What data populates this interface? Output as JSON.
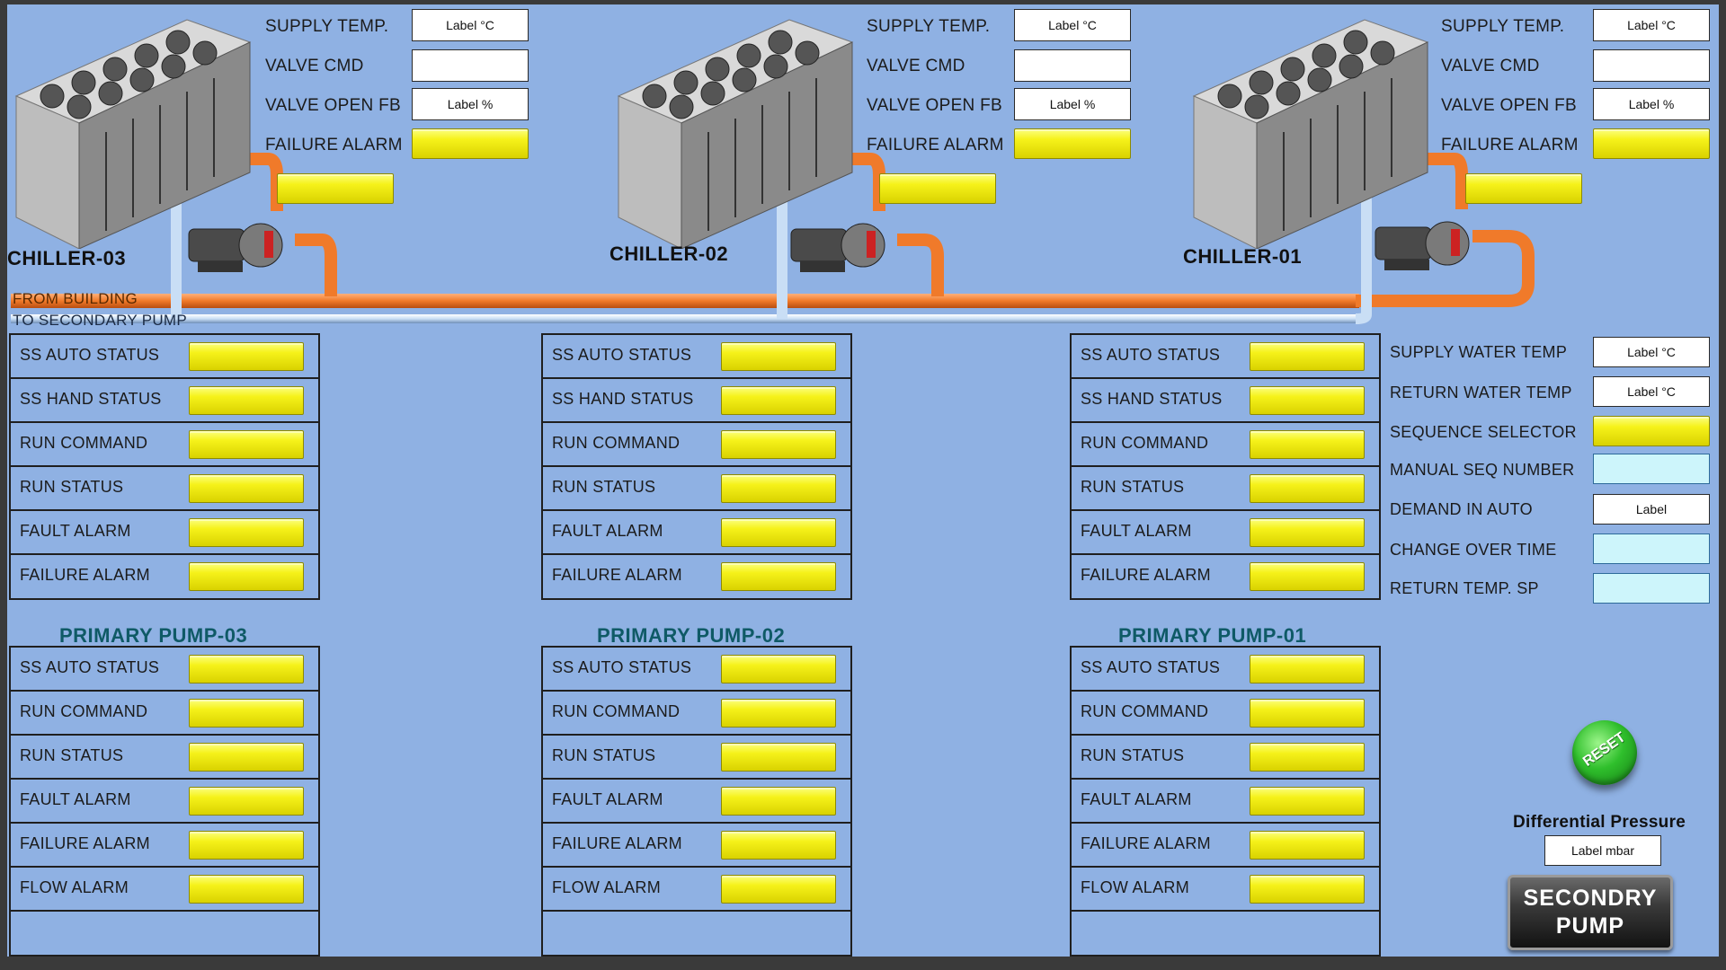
{
  "chillers": [
    {
      "name": "CHILLER-03",
      "supply_temp": "Label °C",
      "valve_cmd": "",
      "valve_open_fb": "Label %"
    },
    {
      "name": "CHILLER-02",
      "supply_temp": "Label °C",
      "valve_cmd": "",
      "valve_open_fb": "Label %"
    },
    {
      "name": "CHILLER-01",
      "supply_temp": "Label °C",
      "valve_cmd": "",
      "valve_open_fb": "Label %"
    }
  ],
  "chiller_labels": {
    "supply_temp": "SUPPLY TEMP.",
    "valve_cmd": "VALVE CMD",
    "valve_open_fb": "VALVE OPEN FB",
    "failure_alarm": "FAILURE ALARM"
  },
  "pipes": {
    "from_building": "FROM BUILDING",
    "to_secondary_pump": "TO SECONDARY PUMP"
  },
  "chiller_status_rows": [
    "SS AUTO STATUS",
    "SS HAND STATUS",
    "RUN COMMAND",
    "RUN STATUS",
    "FAULT ALARM",
    "FAILURE ALARM"
  ],
  "pump_titles": [
    "PRIMARY PUMP-03",
    "PRIMARY PUMP-02",
    "PRIMARY PUMP-01"
  ],
  "pump_status_rows": [
    "SS AUTO STATUS",
    "RUN COMMAND",
    "RUN STATUS",
    "FAULT ALARM",
    "FAILURE ALARM",
    "FLOW ALARM"
  ],
  "system": {
    "supply_water_temp": {
      "label": "SUPPLY WATER TEMP",
      "value": "Label °C"
    },
    "return_water_temp": {
      "label": "RETURN WATER TEMP",
      "value": "Label °C"
    },
    "sequence_selector": {
      "label": "SEQUENCE SELECTOR"
    },
    "manual_seq_number": {
      "label": "MANUAL SEQ NUMBER",
      "value": ""
    },
    "demand_in_auto": {
      "label": "DEMAND IN AUTO",
      "value": "Label"
    },
    "change_over_time": {
      "label": "CHANGE OVER TIME",
      "value": ""
    },
    "return_temp_sp": {
      "label": "RETURN TEMP. SP",
      "value": ""
    }
  },
  "reset_label": "RESET",
  "differential_pressure": {
    "label": "Differential Pressure",
    "value": "Label mbar"
  },
  "secondary_pump_button": {
    "line1": "SECONDRY",
    "line2": "PUMP"
  },
  "colors": {
    "background": "#8fb1e3",
    "indicator_yellow": "#f6f21a",
    "return_pipe": "#f07a2a",
    "supply_pipe": "#c9def5",
    "pump_title": "#0f5a66"
  }
}
